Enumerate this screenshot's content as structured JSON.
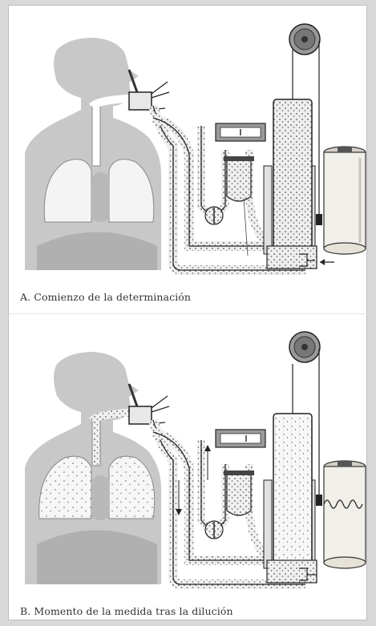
{
  "panels": [
    {
      "id": "A",
      "caption": "A. Comienzo de la determinación"
    },
    {
      "id": "B",
      "caption": "B. Momento de la medida tras la dilución"
    }
  ],
  "colors": {
    "silhouette": "#c8c8c8",
    "lungs": "#f4f4f4",
    "tubing_fill": "#ececec",
    "dots": "#555555",
    "ink": "#3a3a3a",
    "drum": "#f1efe9"
  }
}
